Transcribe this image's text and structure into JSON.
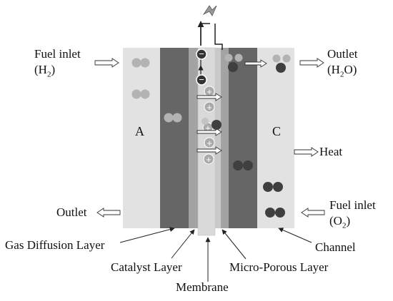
{
  "labels": {
    "fuel_inlet_h2": {
      "text": "Fuel inlet",
      "sub_prefix": "(H",
      "sub": "2",
      "sub_suffix": ")"
    },
    "outlet_h2o": {
      "text": "Outlet",
      "sub_prefix": "(H",
      "sub": "2",
      "sub_suffix": "O)"
    },
    "outlet_left": "Outlet",
    "heat": "Heat",
    "fuel_inlet_o2": {
      "text": "Fuel inlet",
      "sub_prefix": "(O",
      "sub": "2",
      "sub_suffix": ")"
    },
    "anode": "A",
    "cathode": "C",
    "gas_diffusion_layer": "Gas Diffusion Layer",
    "catalyst_layer": "Catalyst Layer",
    "micro_porous_layer": "Micro-Porous Layer",
    "membrane": "Membrane",
    "channel": "Channel"
  },
  "symbols": {
    "electron": "−",
    "proton": "+",
    "load": "lightning-bolt-icon"
  },
  "colors": {
    "channel": "#e2e2e2",
    "gdl": "#666666",
    "catalyst": "#a3a3a3",
    "membrane": "#d9d9d9",
    "mpl": "#b5b5b5",
    "light_molecule": "#b3b3b3",
    "dark_molecule": "#3f3f3f"
  }
}
